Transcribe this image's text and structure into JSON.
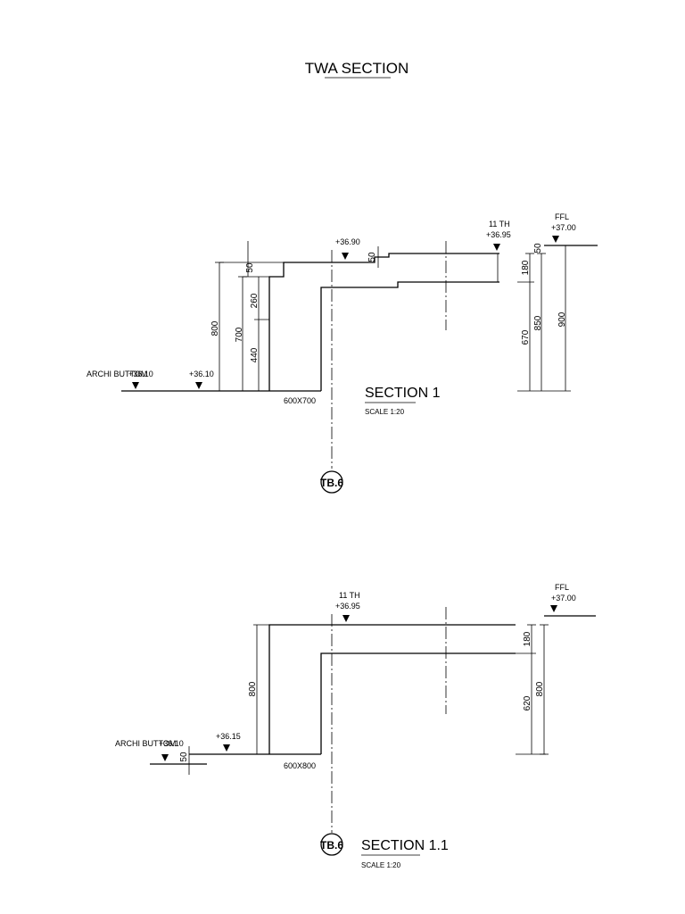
{
  "page_title": "TWA SECTION",
  "section1": {
    "title": "SECTION 1",
    "scale": "SCALE 1:20",
    "beam_size": "600X700",
    "grid_tag": "TB.6",
    "levels": {
      "archi_label": "ARCHI BUTTOM",
      "archi_level": "+36.10",
      "left_level": "+36.10",
      "mid_level": "+36.90",
      "th_label": "11 TH",
      "th_level": "+36.95",
      "ffl_label": "FFL",
      "ffl_level": "+37.00"
    },
    "dims": {
      "d800": "800",
      "d700": "700",
      "d260": "260",
      "d440": "440",
      "d50a": "50",
      "d50b": "50",
      "d50c": "50",
      "d180": "180",
      "d670": "670",
      "d850": "850",
      "d900": "900"
    }
  },
  "section11": {
    "title": "SECTION 1.1",
    "scale": "SCALE 1:20",
    "beam_size": "600X800",
    "grid_tag": "TB.6",
    "levels": {
      "archi_label": "ARCHI BUTTOM",
      "archi_level": "+36.10",
      "left_level": "+36.15",
      "th_label": "11 TH",
      "th_level": "+36.95",
      "ffl_label": "FFL",
      "ffl_level": "+37.00"
    },
    "dims": {
      "d800a": "800",
      "d50": "50",
      "d180": "180",
      "d620": "620",
      "d800b": "800"
    }
  }
}
